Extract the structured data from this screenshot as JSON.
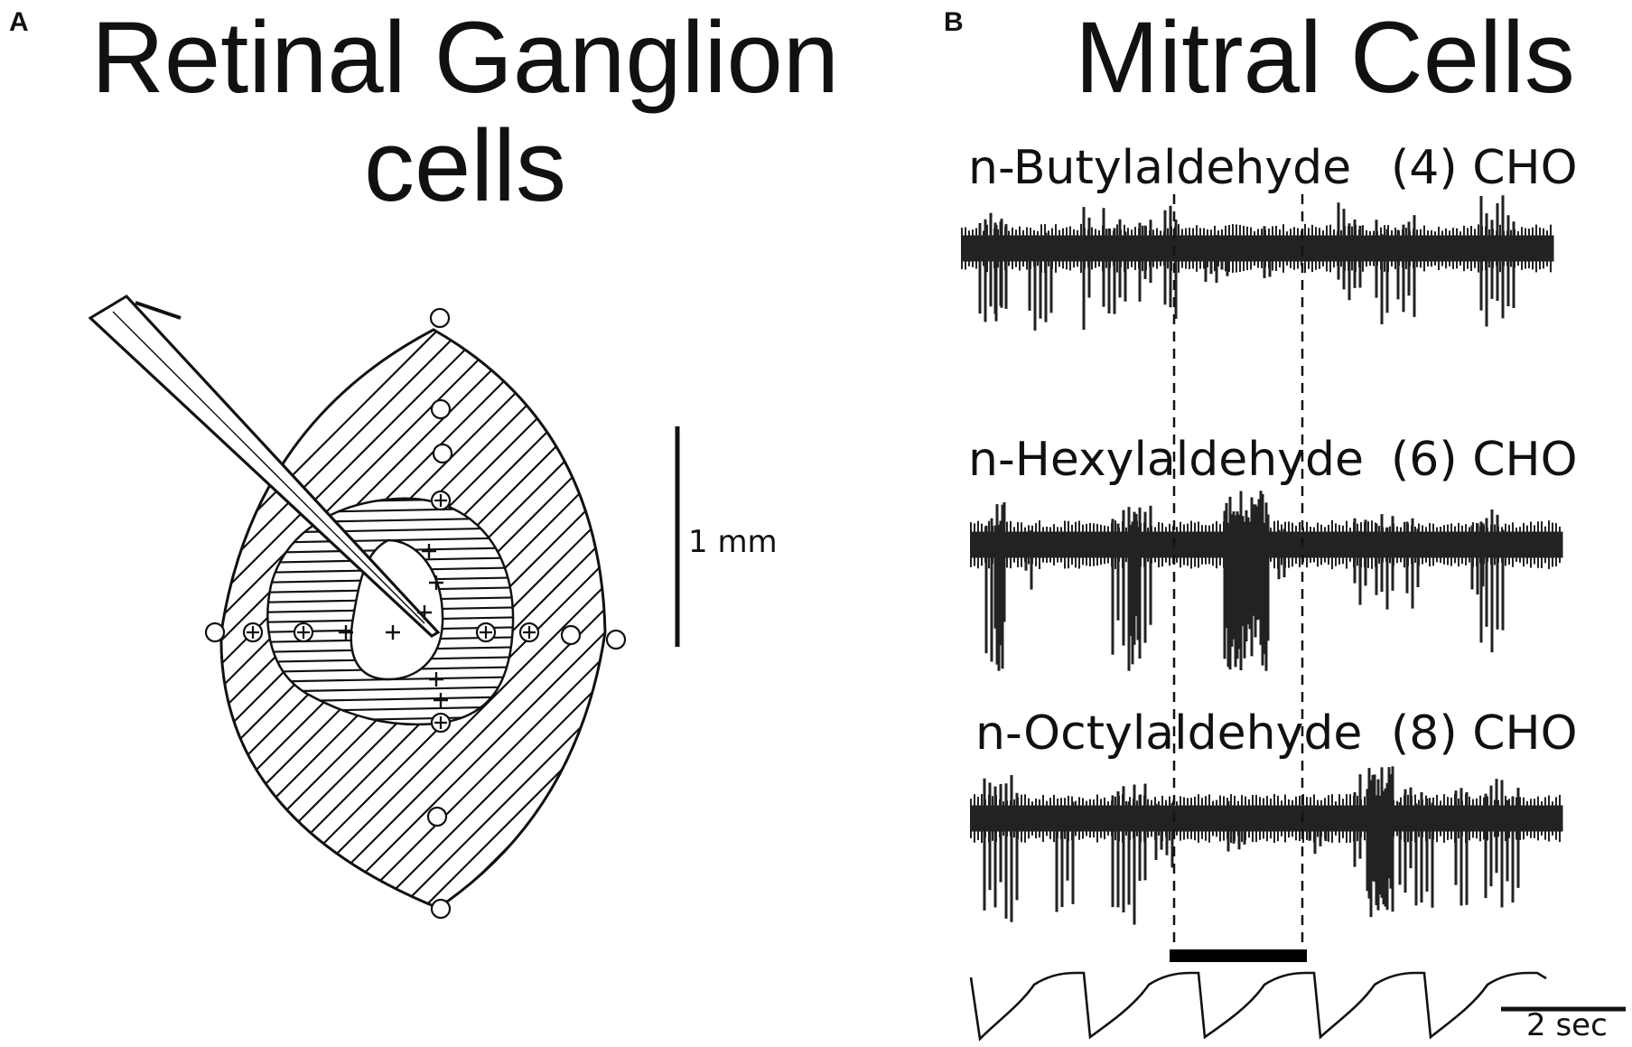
{
  "panel_a": {
    "letter": "A",
    "title_line1": "Retinal Ganglion",
    "title_line2": "cells",
    "scale_bar_label": "1 mm"
  },
  "panel_b": {
    "letter": "B",
    "title": "Mitral Cells",
    "traces": [
      {
        "odor": "n-Butylaldehyde",
        "carbons": "(4) CHO"
      },
      {
        "odor": "n-Hexylaldehyde",
        "carbons": "(6) CHO"
      },
      {
        "odor": "n-Octylaldehyde",
        "carbons": "(8) CHO"
      }
    ],
    "time_scale_label": "2 sec"
  }
}
